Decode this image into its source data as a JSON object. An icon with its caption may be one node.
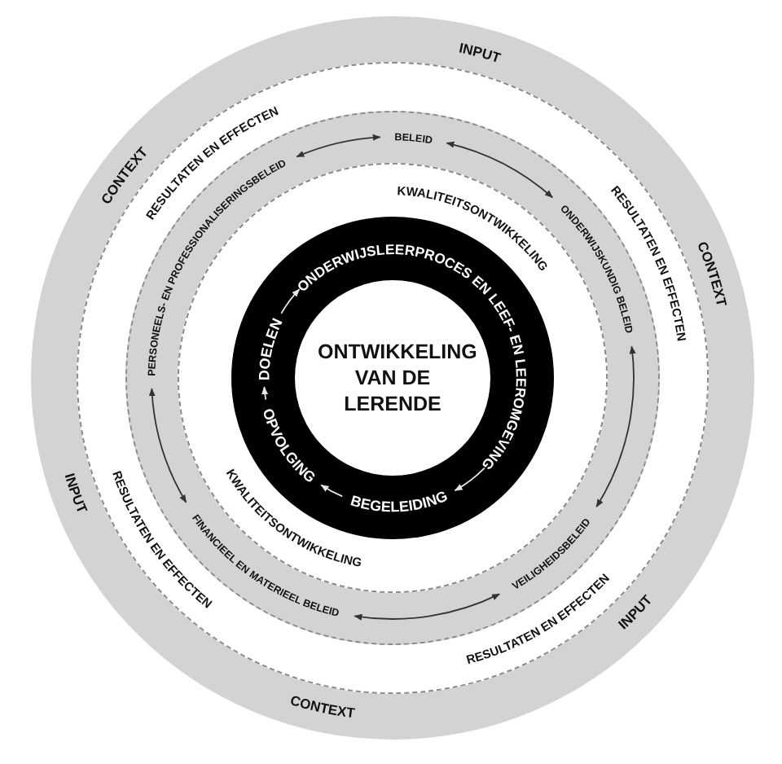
{
  "diagram": {
    "nodes": [
      {
        "text": [
          "BELEID"
        ]
      },
      {
        "text": [
          "PERSONEELS- EN PROFESSIONALISERINGSBELEID"
        ]
      },
      {
        "text": [
          "ONDERWIJSKUNDIG BELEID"
        ]
      },
      {
        "text": [
          "FINANCIEEL EN MATERIEEL BELEID"
        ]
      },
      {
        "text": [
          "VEILIGHEIDSBELEID"
        ]
      },
      {
        "text": [
          "DOELEN"
        ]
      },
      {
        "text": [
          "ONDERWIJSLEERPROCES EN LEEF- EN LEEROMGEVING"
        ]
      },
      {
        "text": [
          "OPVOLGING"
        ]
      },
      {
        "text": [
          "BEGELEIDING"
        ]
      },
      {
        "text": [
          "ONTWIKKELING VAN DE LERENDE"
        ]
      }
    ],
    "edges": [
      {
        "from": 1,
        "to": 0,
        "arrow": "both"
      },
      {
        "from": 0,
        "to": 2,
        "arrow": "both"
      },
      {
        "from": 2,
        "to": 4,
        "arrow": "both"
      },
      {
        "from": 4,
        "to": 3,
        "arrow": "both"
      },
      {
        "from": 3,
        "to": 1,
        "arrow": "both"
      },
      {
        "from": 5,
        "to": 6,
        "arrow": "to",
        "color": "#e6e6e6"
      },
      {
        "from": 6,
        "to": 8,
        "arrow": "to",
        "color": "#e6e6e6"
      },
      {
        "from": 8,
        "to": 7,
        "arrow": "to",
        "color": "#e6e6e6"
      },
      {
        "from": 7,
        "to": 5,
        "arrow": "to",
        "color": "#e6e6e6"
      }
    ],
    "labels": [
      "INPUT",
      "CONTEXT",
      "RESULTATEN EN EFFECTEN",
      "CONTEXT",
      "RESULTATEN EN EFFECTEN",
      "KWALITEITSONTWIKKELING",
      "INPUT",
      "RESULTATEN EN EFFECTEN",
      "KWALITEITSONTWIKKELING",
      "INPUT",
      "RESULTATEN EN EFFECTEN",
      "CONTEXT"
    ]
  }
}
